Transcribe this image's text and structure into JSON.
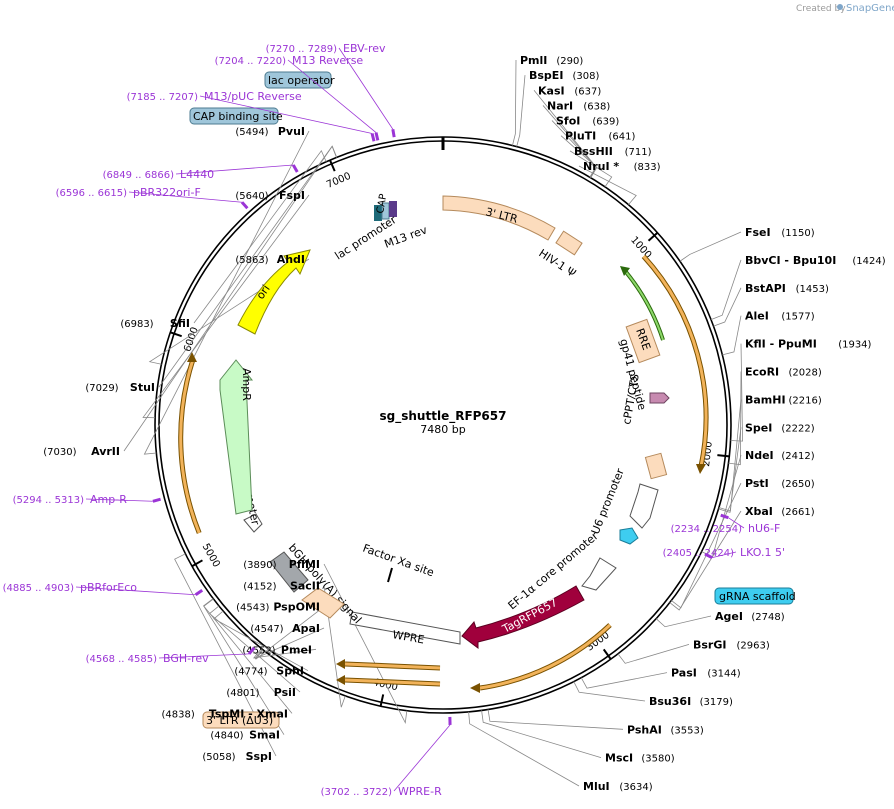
{
  "header": {
    "credit_text": "Created by",
    "brand_text": "SnapGene"
  },
  "plasmid": {
    "name": "sg_shuttle_RFP657",
    "length_label": "7480 bp",
    "total_bp": 7480
  },
  "ticks": [
    {
      "pos": 1000,
      "label": "1000"
    },
    {
      "pos": 2000,
      "label": "2000"
    },
    {
      "pos": 3000,
      "label": "3000"
    },
    {
      "pos": 4000,
      "label": "4000"
    },
    {
      "pos": 5000,
      "label": "5000"
    },
    {
      "pos": 6000,
      "label": "6000"
    },
    {
      "pos": 7000,
      "label": "7000"
    }
  ],
  "enzymes": [
    {
      "name": "PmlI",
      "pos_label": "(290)",
      "bp": 290
    },
    {
      "name": "BspEI",
      "pos_label": "(308)",
      "bp": 308
    },
    {
      "name": "KasI",
      "pos_label": "(637)",
      "bp": 637
    },
    {
      "name": "NarI",
      "pos_label": "(638)",
      "bp": 638
    },
    {
      "name": "SfoI",
      "pos_label": "(639)",
      "bp": 639
    },
    {
      "name": "PluTI",
      "pos_label": "(641)",
      "bp": 641
    },
    {
      "name": "BssHII",
      "pos_label": "(711)",
      "bp": 711
    },
    {
      "name": "NruI *",
      "pos_label": "(833)",
      "bp": 833
    },
    {
      "name": "FseI",
      "pos_label": "(1150)",
      "bp": 1150
    },
    {
      "name": "BbvCI - Bpu10I",
      "pos_label": "(1424)",
      "bp": 1424
    },
    {
      "name": "BstAPI",
      "pos_label": "(1453)",
      "bp": 1453
    },
    {
      "name": "AleI",
      "pos_label": "(1577)",
      "bp": 1577
    },
    {
      "name": "KflI - PpuMI",
      "pos_label": "(1934)",
      "bp": 1934
    },
    {
      "name": "EcoRI",
      "pos_label": "(2028)",
      "bp": 2028
    },
    {
      "name": "BamHI",
      "pos_label": "(2216)",
      "bp": 2216
    },
    {
      "name": "SpeI",
      "pos_label": "(2222)",
      "bp": 2222
    },
    {
      "name": "NdeI",
      "pos_label": "(2412)",
      "bp": 2412
    },
    {
      "name": "PstI",
      "pos_label": "(2650)",
      "bp": 2650
    },
    {
      "name": "XbaI",
      "pos_label": "(2661)",
      "bp": 2661
    },
    {
      "name": "AgeI",
      "pos_label": "(2748)",
      "bp": 2748
    },
    {
      "name": "BsrGI",
      "pos_label": "(2963)",
      "bp": 2963
    },
    {
      "name": "PasI",
      "pos_label": "(3144)",
      "bp": 3144
    },
    {
      "name": "Bsu36I",
      "pos_label": "(3179)",
      "bp": 3179
    },
    {
      "name": "PshAI",
      "pos_label": "(3553)",
      "bp": 3553
    },
    {
      "name": "MscI",
      "pos_label": "(3580)",
      "bp": 3580
    },
    {
      "name": "MluI",
      "pos_label": "(3634)",
      "bp": 3634
    },
    {
      "name": "PflMI",
      "pos_label": "(3890)",
      "bp": 3890
    },
    {
      "name": "SacII",
      "pos_label": "(4152)",
      "bp": 4152
    },
    {
      "name": "PspOMI",
      "pos_label": "(4543)",
      "bp": 4543
    },
    {
      "name": "ApaI",
      "pos_label": "(4547)",
      "bp": 4547
    },
    {
      "name": "PmeI",
      "pos_label": "(4552)",
      "bp": 4552
    },
    {
      "name": "SphI",
      "pos_label": "(4774)",
      "bp": 4774
    },
    {
      "name": "PsiI",
      "pos_label": "(4801)",
      "bp": 4801
    },
    {
      "name": "TspMI - XmaI",
      "pos_label": "(4838)",
      "bp": 4838
    },
    {
      "name": "SmaI",
      "pos_label": "(4840)",
      "bp": 4840
    },
    {
      "name": "SspI",
      "pos_label": "(5058)",
      "bp": 5058
    },
    {
      "name": "PvuI",
      "pos_label": "(5494)",
      "bp": 5494
    },
    {
      "name": "FspI",
      "pos_label": "(5640)",
      "bp": 5640
    },
    {
      "name": "AhdI",
      "pos_label": "(5863)",
      "bp": 5863
    },
    {
      "name": "SfiI",
      "pos_label": "(6983)",
      "bp": 6983
    },
    {
      "name": "StuI",
      "pos_label": "(7029)",
      "bp": 7029
    },
    {
      "name": "AvrII",
      "pos_label": "(7030)",
      "bp": 7030
    }
  ],
  "primers": [
    {
      "name": "EBV-rev",
      "range": "(7270 .. 7289)",
      "bp": 7280
    },
    {
      "name": "M13 Reverse",
      "range": "(7204 .. 7220)",
      "bp": 7212
    },
    {
      "name": "M13/pUC Reverse",
      "range": "(7185 .. 7207)",
      "bp": 7196
    },
    {
      "name": "L4440",
      "range": "(6849 .. 6866)",
      "bp": 6858
    },
    {
      "name": "pBR322ori-F",
      "range": "(6596 .. 6615)",
      "bp": 6606
    },
    {
      "name": "hU6-F",
      "range": "(2234 .. 2254)",
      "bp": 2244
    },
    {
      "name": "LKO.1 5'",
      "range": "(2405 .. 2424)",
      "bp": 2415
    },
    {
      "name": "WPRE-R",
      "range": "(3702 .. 3722)",
      "bp": 3712
    },
    {
      "name": "BGH-rev",
      "range": "(4568 .. 4585)",
      "bp": 4577
    },
    {
      "name": "pBRforEco",
      "range": "(4885 .. 4903)",
      "bp": 4894
    },
    {
      "name": "Amp-R",
      "range": "(5294 .. 5313)",
      "bp": 5304
    }
  ],
  "boxed_labels": {
    "lac_operator": "lac operator",
    "cap_site": "CAP binding site",
    "grna_scaffold": "gRNA scaffold",
    "ltr_du3": "3' LTR (ΔU3)"
  },
  "features": {
    "ltr3": "3' LTR",
    "hiv_psi": "HIV-1 Ψ",
    "rre": "RRE",
    "gp41": "gp41 peptide",
    "cppt": "cPPT/CTS",
    "u6": "U6 promoter",
    "ef1a": "EF-1α core promoter",
    "tagrfp": "TagRFP657",
    "wpre": "WPRE",
    "factor_xa": "Factor Xa site",
    "bgh": "bGH poly(A) signal",
    "ampr_promoter": "AmpR promoter",
    "ampr": "AmpR",
    "ori": "ori",
    "lac_promoter": "lac promoter",
    "m13rev": "M13 rev",
    "cap_small": "CAP"
  },
  "colors": {
    "ltr": "#fcdcbd",
    "ori": "#ffff00",
    "ampr": "#c8fac6",
    "tagrfp": "#a0003c",
    "primer": "#9b35d6",
    "grna": "#3ecdf0",
    "boxblue": "#9fc6da",
    "orf": "#f2a32a",
    "rre_green": "#4ca61c"
  }
}
